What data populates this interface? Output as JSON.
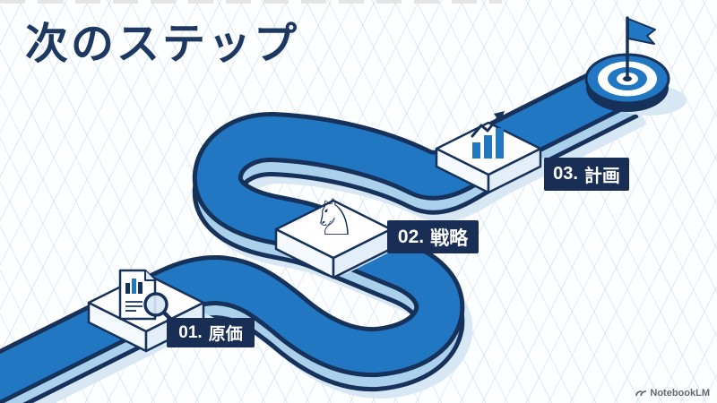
{
  "title": "次のステップ",
  "steps": [
    {
      "number": "01.",
      "label": "原価",
      "icon": "document-analysis-icon"
    },
    {
      "number": "02.",
      "label": "戦略",
      "icon": "chess-knight-icon"
    },
    {
      "number": "03.",
      "label": "計画",
      "icon": "growth-chart-icon"
    }
  ],
  "goal": {
    "icon": "target-flag-icon"
  },
  "watermark": {
    "label": "NotebookLM"
  },
  "colors": {
    "title_navy": "#1d3962",
    "road_blue": "#2277c3",
    "road_side_blue": "#abd0ec",
    "outline_navy": "#17325a",
    "badge_navy": "#192e55",
    "shadow_blue": "#d8e7f4",
    "grid_blue": "#dce8f3",
    "background": "#fdfeff"
  }
}
